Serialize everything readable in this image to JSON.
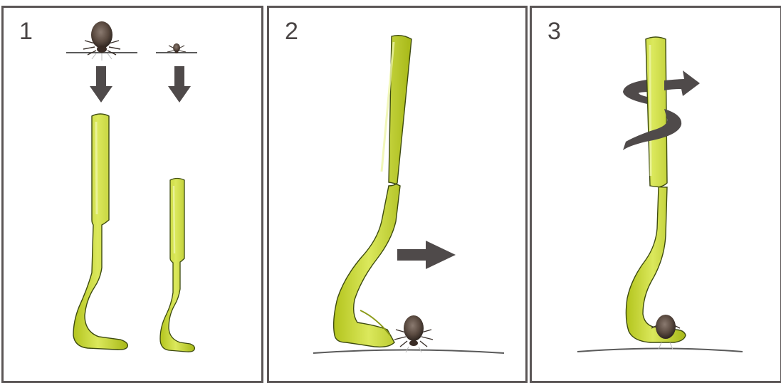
{
  "steps": [
    {
      "number": "1"
    },
    {
      "number": "2"
    },
    {
      "number": "3"
    }
  ],
  "colors": {
    "frame": "#5b5656",
    "tool_fill": "#c3d42a",
    "tool_highlight": "#e4ef7a",
    "tool_outline": "#3d4a10",
    "arrow": "#4f4a4a",
    "tick_body": "#5a4a40",
    "skin_line": "#5a5a5a"
  },
  "icons": {
    "panel_1": [
      "large-tick-icon",
      "small-tick-icon",
      "down-arrow-icon",
      "large-tick-hook-icon",
      "small-tick-hook-icon"
    ],
    "panel_2": [
      "tick-hook-icon",
      "right-arrow-icon",
      "tick-icon"
    ],
    "panel_3": [
      "tick-hook-icon",
      "rotate-arrow-icon",
      "tick-icon"
    ]
  }
}
